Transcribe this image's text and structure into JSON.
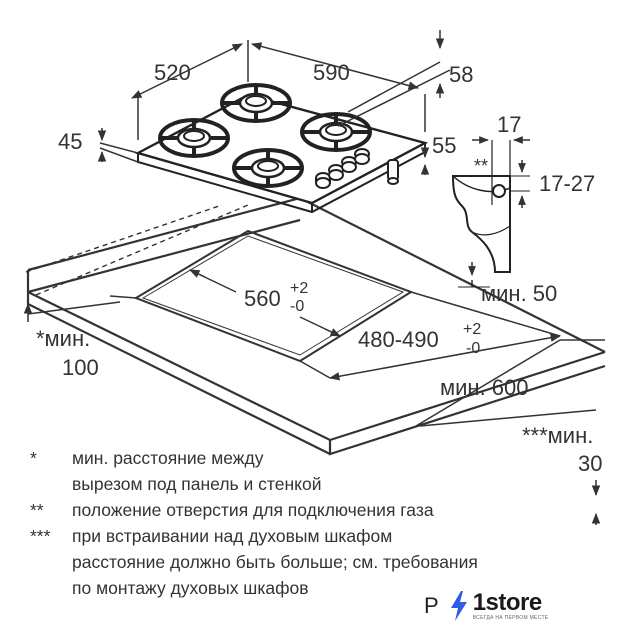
{
  "dimensions": {
    "width_top": "520",
    "depth_top": "590",
    "corner": "58",
    "height_left": "45",
    "height_right": "55",
    "bracket_width": "17",
    "bracket_star": "**",
    "bracket_height": "17-27",
    "min_50": "мин. 50",
    "cut_width_main": "560",
    "cut_width_tol_plus": "+2",
    "cut_width_tol_minus": "-0",
    "cut_depth_main": "480-490",
    "cut_depth_tol_plus": "+2",
    "cut_depth_tol_minus": "-0",
    "min_100_star": "*мин.",
    "min_100_val": "100",
    "min_600": "мин. 600",
    "min_30_star": "***мин.",
    "min_30_val": "30"
  },
  "notes": [
    {
      "mark": "*",
      "lines": [
        "мин. расстояние между",
        "вырезом под панель и стенкой"
      ]
    },
    {
      "mark": "**",
      "lines": [
        "положение отверстия для подключения газа"
      ]
    },
    {
      "mark": "***",
      "lines": [
        "при встраивании над духовым шкафом",
        "расстояние должно быть больше; см. требования",
        "по монтажу духовых шкафов"
      ]
    }
  ],
  "brand": {
    "prefix": "Р",
    "name": "1store",
    "tagline": "ВСЕГДА НА ПЕРВОМ МЕСТЕ",
    "accent": "#2f5bea"
  }
}
